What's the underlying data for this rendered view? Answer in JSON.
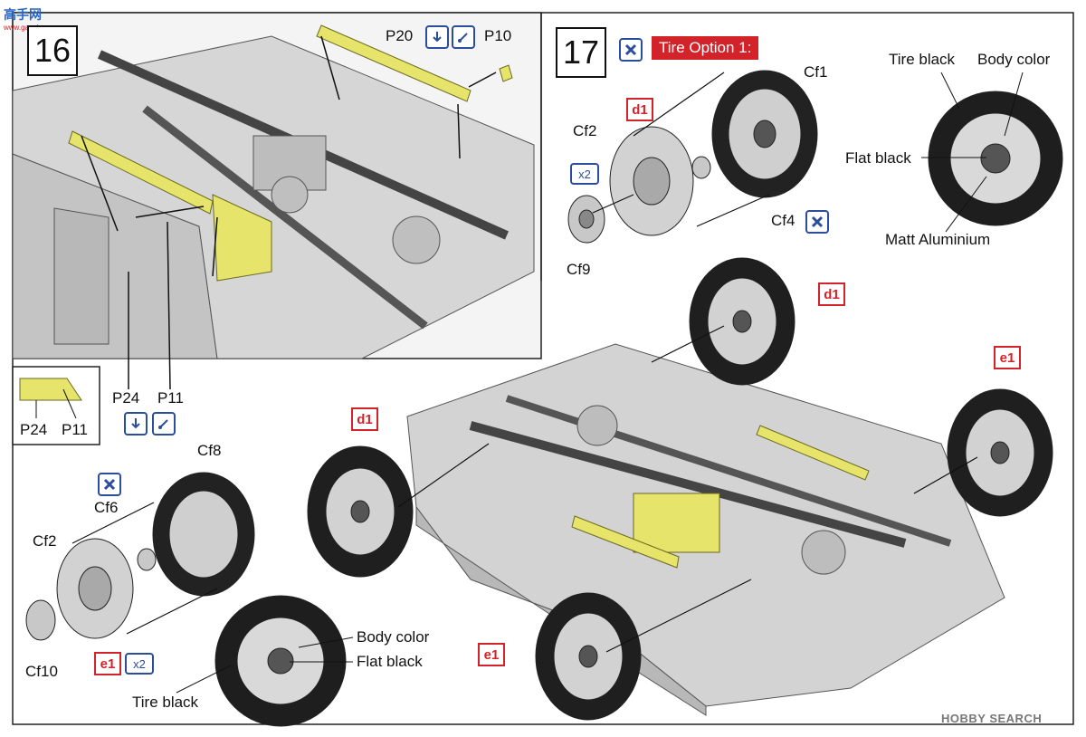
{
  "watermark_logo": {
    "cn": "高手网",
    "url": "www.gaoshou.com"
  },
  "footer_watermark": "HOBBY SEARCH",
  "step16": {
    "number": "16",
    "labels": {
      "p20": "P20",
      "p10": "P10",
      "p24": "P24",
      "p11": "P11"
    },
    "inset": {
      "p24": "P24",
      "p11": "P11"
    }
  },
  "step17": {
    "number": "17",
    "tire_option": "Tire Option 1:",
    "labels": {
      "cf1": "Cf1",
      "cf2": "Cf2",
      "cf4": "Cf4",
      "cf9": "Cf9",
      "d1": "d1",
      "x2": "x2"
    },
    "paint_top": {
      "tire_black": "Tire black",
      "body_color": "Body color",
      "flat_black": "Flat black",
      "matt_aluminium": "Matt Aluminium"
    }
  },
  "option2": {
    "labels": {
      "cf8": "Cf8",
      "cf6": "Cf6",
      "cf2": "Cf2",
      "cf10": "Cf10",
      "e1": "e1",
      "x2": "x2"
    },
    "paint": {
      "body_color": "Body color",
      "flat_black": "Flat black",
      "tire_black": "Tire black"
    }
  },
  "main_tags": {
    "d1_top": "d1",
    "d1_left": "d1",
    "e1_right": "e1",
    "e1_bottom": "e1"
  },
  "colors": {
    "accent_red": "#d3232a",
    "icon_blue": "#2b4d9c",
    "part_yellow": "#e6e46a",
    "chassis_grey": "#c9c9c9"
  }
}
